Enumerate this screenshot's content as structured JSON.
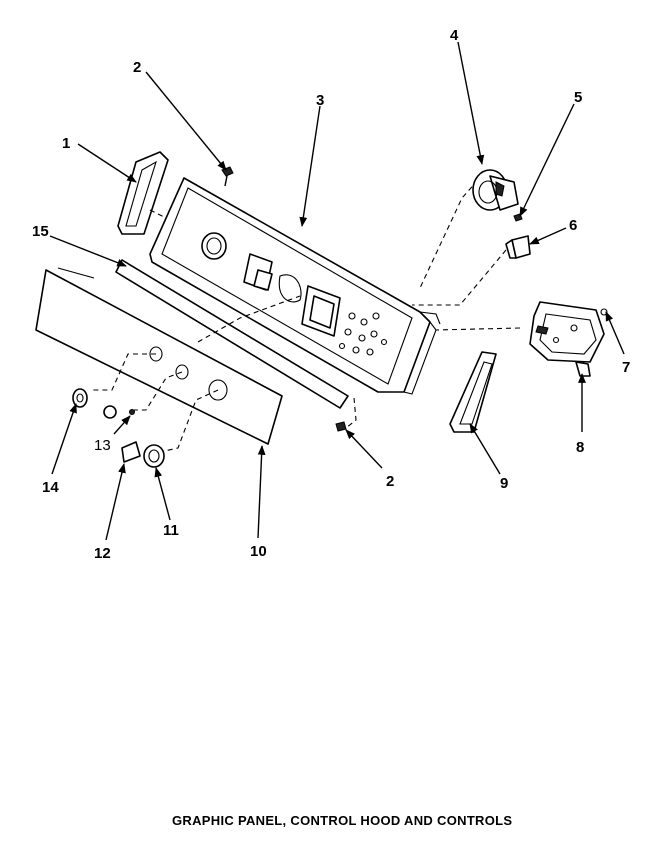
{
  "caption": "GRAPHIC PANEL, CONTROL HOOD AND CONTROLS",
  "callouts": [
    {
      "id": "1",
      "label": "1"
    },
    {
      "id": "2a",
      "label": "2"
    },
    {
      "id": "2b",
      "label": "2"
    },
    {
      "id": "3",
      "label": "3"
    },
    {
      "id": "4",
      "label": "4"
    },
    {
      "id": "5",
      "label": "5"
    },
    {
      "id": "6",
      "label": "6"
    },
    {
      "id": "7",
      "label": "7"
    },
    {
      "id": "8",
      "label": "8"
    },
    {
      "id": "9",
      "label": "9"
    },
    {
      "id": "10",
      "label": "10"
    },
    {
      "id": "11",
      "label": "11"
    },
    {
      "id": "12",
      "label": "12"
    },
    {
      "id": "13",
      "label": "13"
    },
    {
      "id": "14",
      "label": "14"
    },
    {
      "id": "15",
      "label": "15"
    }
  ]
}
